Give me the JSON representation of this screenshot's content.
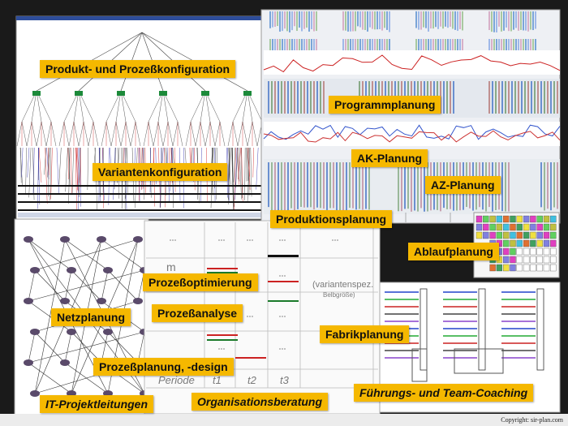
{
  "labels": {
    "produkt": "Produkt- und Prozeßkonfiguration",
    "programm": "Programmplanung",
    "varianten": "Variantenkonfiguration",
    "ak": "AK-Planung",
    "az": "AZ-Planung",
    "produktion": "Produktionsplanung",
    "ablauf": "Ablaufplanung",
    "optimierung": "Prozeßoptimierung",
    "netz": "Netzplanung",
    "analyse": "Prozeßanalyse",
    "fabrik": "Fabrikplanung",
    "design": "Prozeßplanung, -design",
    "fuehrung": "Führungs- und Team-Coaching",
    "it": "IT-Projektleitungen",
    "org": "Organisationsberatung"
  },
  "table": {
    "row_m": "m",
    "variant_note": "(variantenspez.",
    "variant_note2": "Belbgröße)",
    "periode": "Periode",
    "t1": "t1",
    "t2": "t2",
    "t3": "t3"
  },
  "copyright": "Copyright: sir-plan.com",
  "colors": {
    "label_bg": "#f5b800",
    "frame_bg": "#1a1a1a"
  }
}
